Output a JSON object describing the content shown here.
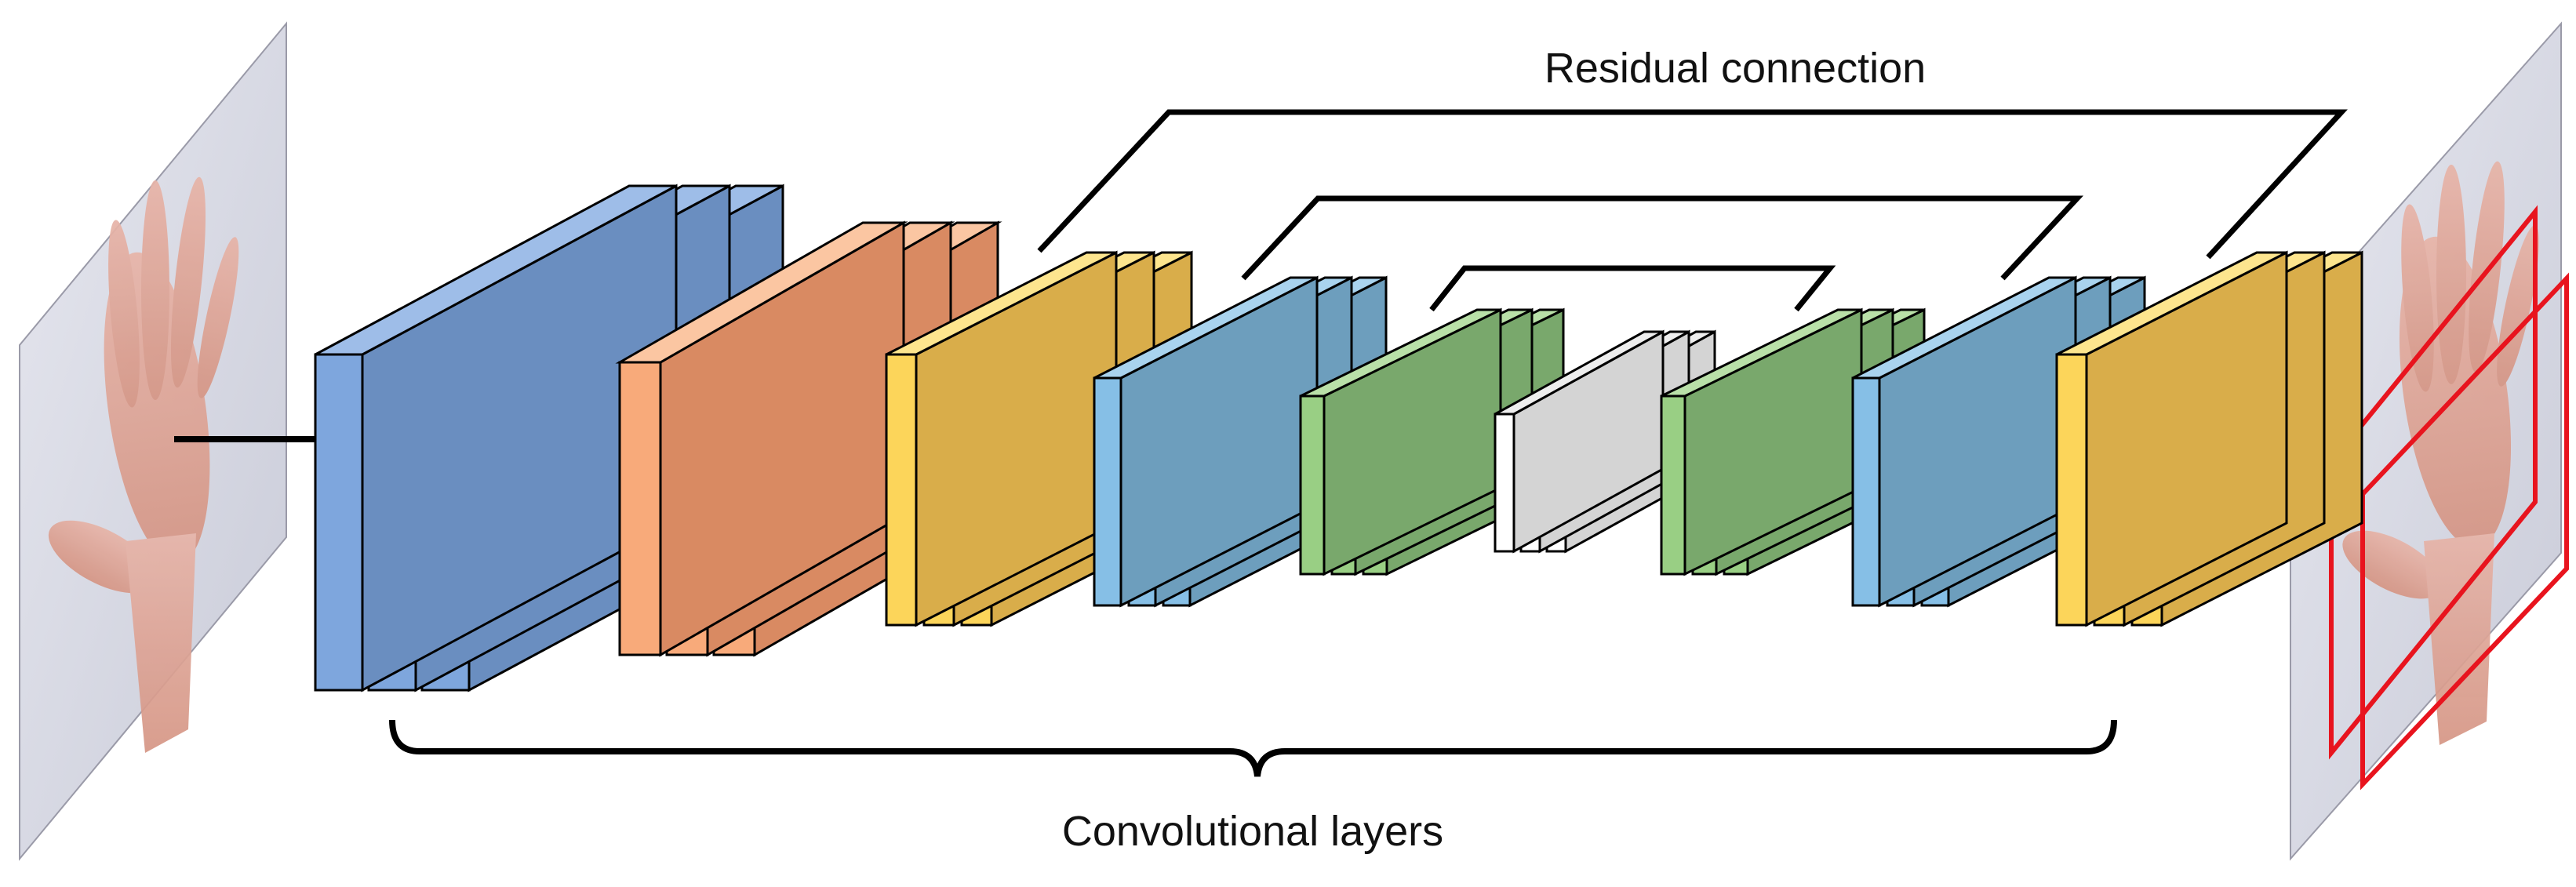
{
  "labels": {
    "residual": "Residual connection",
    "convolutional": "Convolutional layers"
  },
  "input_image": {
    "subject": "open hand photo",
    "annotation": "none"
  },
  "output_image": {
    "subject": "open hand photo",
    "annotation": "two red parallelogram outlines"
  },
  "layer_groups": [
    {
      "name": "encoder-block-1",
      "color": "blue",
      "slabs": 3
    },
    {
      "name": "encoder-block-2",
      "color": "orange",
      "slabs": 3
    },
    {
      "name": "encoder-block-3",
      "color": "yellow",
      "slabs": 3
    },
    {
      "name": "encoder-block-4",
      "color": "light-blue",
      "slabs": 3
    },
    {
      "name": "encoder-block-5",
      "color": "green",
      "slabs": 3
    },
    {
      "name": "bottleneck-block",
      "color": "gray",
      "slabs": 3
    },
    {
      "name": "decoder-block-1",
      "color": "green",
      "slabs": 3
    },
    {
      "name": "decoder-block-2",
      "color": "light-blue",
      "slabs": 3
    },
    {
      "name": "decoder-block-3",
      "color": "yellow",
      "slabs": 3
    }
  ],
  "residual_connections": [
    {
      "from": "encoder-block-3",
      "to": "decoder-block-3"
    },
    {
      "from": "encoder-block-4",
      "to": "decoder-block-2"
    },
    {
      "from": "encoder-block-5",
      "to": "decoder-block-1"
    }
  ],
  "colors": {
    "blue": {
      "front": "#7ea6dd",
      "top": "#9ebde8",
      "side": "#6a8ec0"
    },
    "orange": {
      "front": "#f8aa7a",
      "top": "#fbc6a2",
      "side": "#d98a62"
    },
    "yellow": {
      "front": "#fcd55a",
      "top": "#fde58e",
      "side": "#d9ad4a"
    },
    "light-blue": {
      "front": "#86bfe6",
      "top": "#a9d3ee",
      "side": "#6d9ebd"
    },
    "green": {
      "front": "#99cf84",
      "top": "#b9e0a8",
      "side": "#79a86c"
    },
    "gray": {
      "front": "#ffffff",
      "top": "#eeeeee",
      "side": "#d4d4d4"
    },
    "annotation_red": "#e8141e",
    "outline": "#000000"
  }
}
